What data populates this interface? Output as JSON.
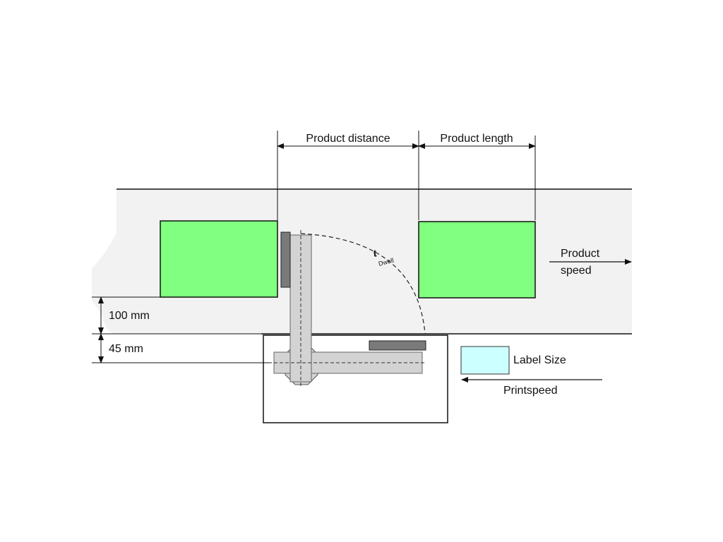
{
  "diagram": {
    "dimensions": {
      "product_distance": "Product distance",
      "product_length": "Product length",
      "gap_100": "100 mm",
      "gap_45": "45 mm"
    },
    "product_speed": {
      "line1": "Product",
      "line2": "speed"
    },
    "dwell": {
      "symbol": "t",
      "subscript": "Dwell"
    },
    "legend": {
      "label_size": "Label Size",
      "printspeed": "Printspeed"
    },
    "colors": {
      "product": "#80ff80",
      "conveyor": "#f2f2f2",
      "label": "#ccffff",
      "applicator": "#d3d3d3",
      "pad": "#7a7a7a"
    }
  }
}
